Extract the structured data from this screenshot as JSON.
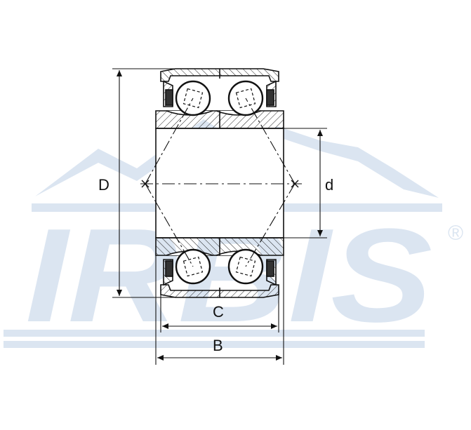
{
  "watermark": {
    "brand": "IRBIS",
    "registered_mark": "®",
    "color": "#dbe5f1"
  },
  "drawing": {
    "line_color": "#111111",
    "hatch_color": "#222222"
  },
  "dimensions": {
    "outer_diameter": "D",
    "bore_diameter": "d",
    "outer_ring_width": "C",
    "inner_ring_width": "B"
  }
}
